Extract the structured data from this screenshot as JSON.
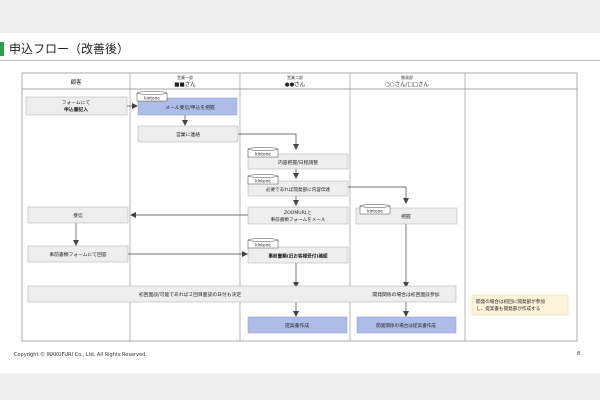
{
  "title": "申込フロー（改善後）",
  "footer": "Copyright © WAKUFURI Co., Ltd. All Rights Reserved.",
  "page_number": "8",
  "colors": {
    "accent": "#2e9e4a",
    "box_blue": "#aebde8",
    "box_gray": "#eeeeee",
    "note_yellow": "#fdf3d9"
  },
  "columns": [
    {
      "role": "",
      "name": "顧客"
    },
    {
      "role": "営業一部",
      "name": "■■さん"
    },
    {
      "role": "営業二部",
      "name": "●●さん"
    },
    {
      "role": "開発部",
      "name": "○○さん/□□さん"
    },
    {
      "role": "",
      "name": ""
    }
  ],
  "kintone_label": "kintone",
  "boxes": {
    "b1": "フォームにて",
    "b1b": "申込書記入",
    "b2": "メール受信/申込を把握",
    "b3": "営業に連絡",
    "b4": "内容把握/日程調整",
    "b5": "必要であれば開発部に内容伝達",
    "b6": "把握",
    "b7": "受信",
    "b8a": "ZOOMURLと",
    "b8b": "事前書類フォームをメール",
    "b9": "事前書類フォームにて回答",
    "b10": "事前書類(旧お客様受付)確認",
    "b11": "初回面談/可能であれば２回目面談の日付も決定",
    "b12": "開発関係の場合は初回面談参加",
    "b13": "提案書作成",
    "b14": "開発関係の場合は提案書作成"
  },
  "note": {
    "line1": "開発の場合は初回に開発部が参加",
    "line2": "し、提案書も開発部が作成する"
  }
}
